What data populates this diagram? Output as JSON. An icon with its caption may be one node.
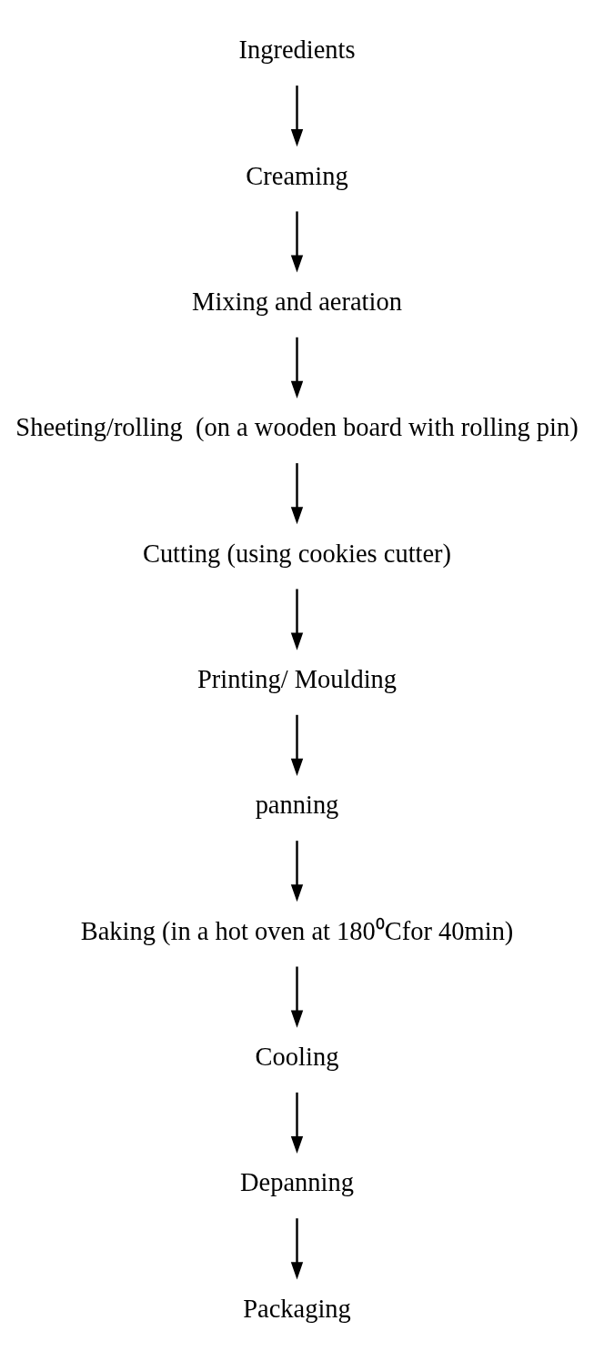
{
  "diagram": {
    "nodes": [
      {
        "text": [
          "Ingredients"
        ]
      },
      {
        "text": [
          "Creaming"
        ]
      },
      {
        "text": [
          "Mixing and aeration"
        ]
      },
      {
        "text": [
          "Sheeting/rolling  (on a wooden board with rolling pin)"
        ]
      },
      {
        "text": [
          "Cutting (using cookies cutter)"
        ]
      },
      {
        "text": [
          "Printing/ Moulding"
        ]
      },
      {
        "text": [
          "panning"
        ]
      },
      {
        "text": [
          "Baking (in a hot oven at 180⁰Cfor 40min)"
        ]
      },
      {
        "text": [
          "Cooling"
        ]
      },
      {
        "text": [
          "Depanning"
        ]
      },
      {
        "text": [
          "Packaging"
        ]
      }
    ],
    "edges": [
      {
        "from": 0,
        "to": 1,
        "arrow": "to"
      },
      {
        "from": 1,
        "to": 2,
        "arrow": "to"
      },
      {
        "from": 2,
        "to": 3,
        "arrow": "to"
      },
      {
        "from": 3,
        "to": 4,
        "arrow": "to"
      },
      {
        "from": 4,
        "to": 5,
        "arrow": "to"
      },
      {
        "from": 5,
        "to": 6,
        "arrow": "to"
      },
      {
        "from": 6,
        "to": 7,
        "arrow": "to"
      },
      {
        "from": 7,
        "to": 8,
        "arrow": "to"
      },
      {
        "from": 8,
        "to": 9,
        "arrow": "to"
      },
      {
        "from": 9,
        "to": 10,
        "arrow": "to"
      }
    ]
  }
}
